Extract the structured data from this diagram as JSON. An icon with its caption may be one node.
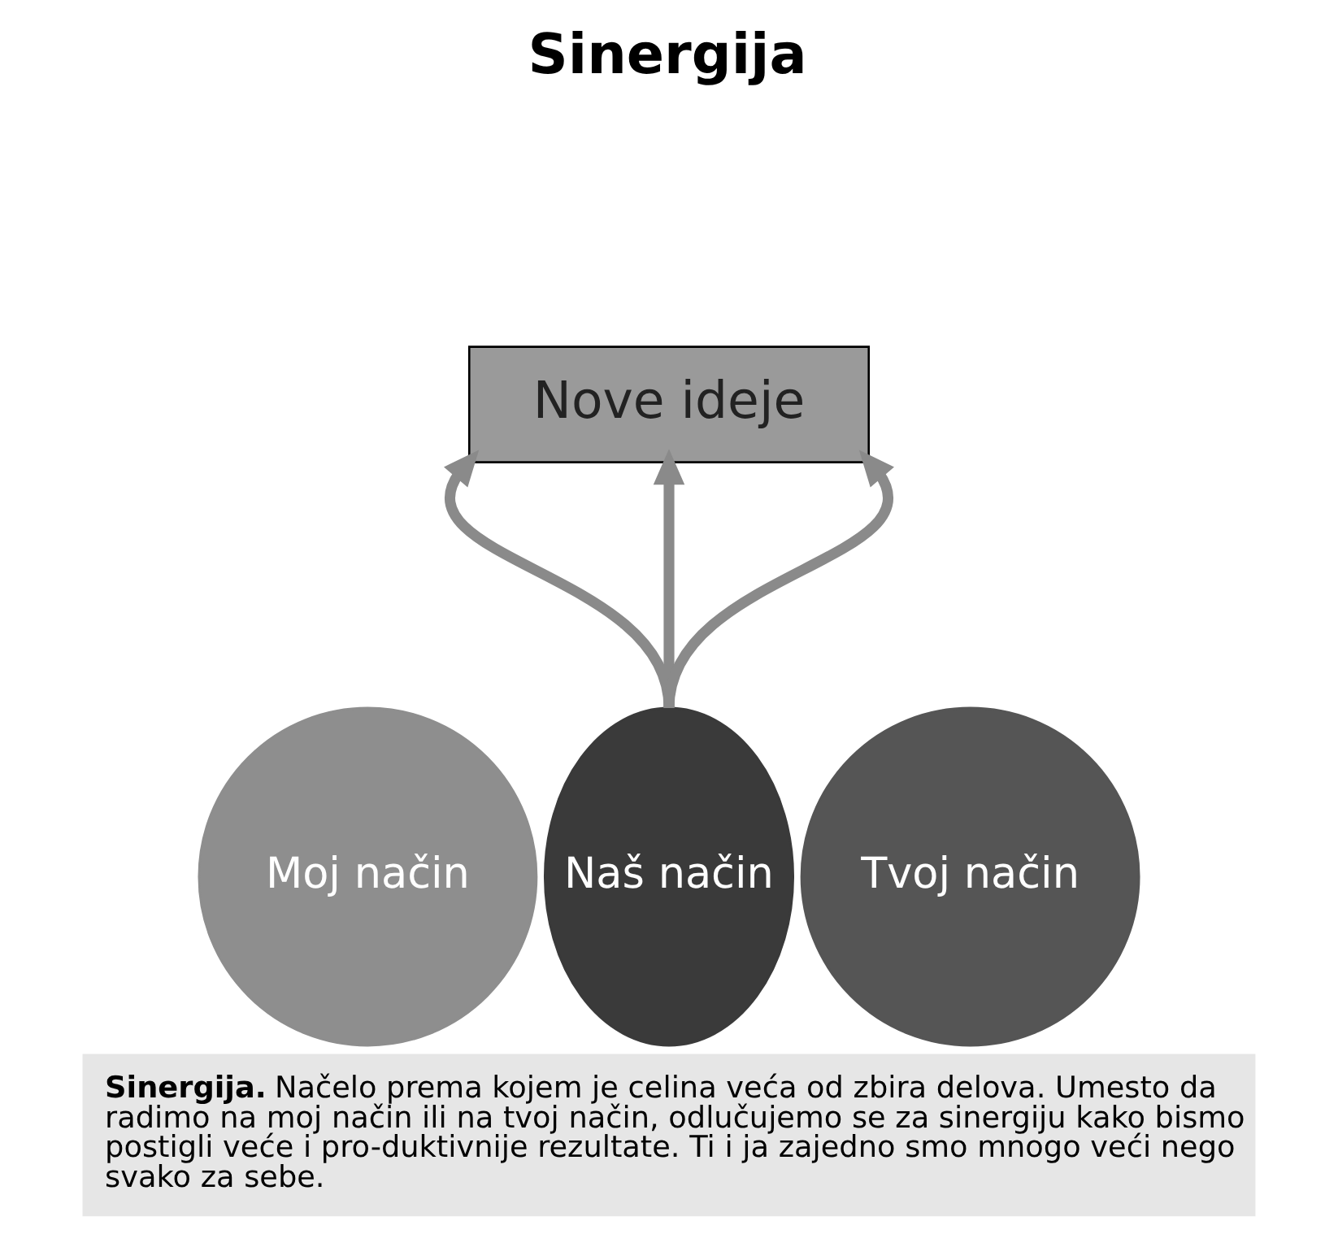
{
  "diagram": {
    "title": "Sinergija",
    "nodes": [
      {
        "text": [
          "Nove ideje"
        ]
      },
      {
        "text": [
          "Moj način"
        ]
      },
      {
        "text": [
          "Tvoj način"
        ]
      },
      {
        "text": [
          "Naš način"
        ]
      }
    ],
    "edges": [
      {
        "from": 3,
        "to": 0,
        "arrow": "to"
      },
      {
        "from": 3,
        "to": 0,
        "arrow": "to"
      },
      {
        "from": 3,
        "to": 0,
        "arrow": "to"
      }
    ],
    "caption": "**Sinergija.** Načelo prema kojem je celina veća od zbira delova. Umesto da radimo na moj način ili na tvoj način, odlučujemo se za sinergiju kako bismo postigli veće i pro-duktivnije rezultate. Ti i ja zajedno smo mnogo veći nego svako za sebe."
  }
}
